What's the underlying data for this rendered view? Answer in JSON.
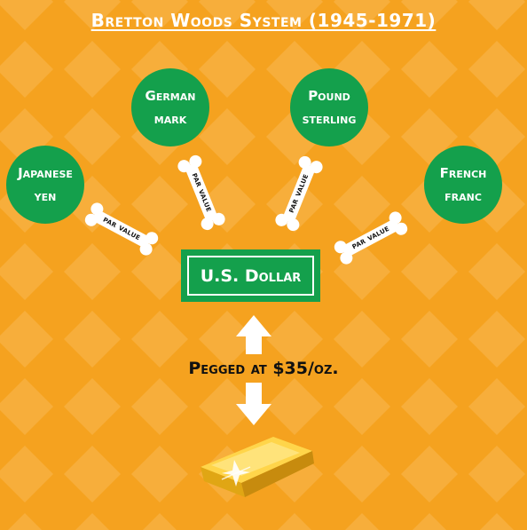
{
  "title": "Bretton Woods System (1945-1971)",
  "currencies": {
    "german": {
      "line1": "German",
      "line2": "mark"
    },
    "pound": {
      "line1": "Pound",
      "line2": "sterling"
    },
    "yen": {
      "line1": "Japanese",
      "line2": "yen"
    },
    "franc": {
      "line1": "French",
      "line2": "franc"
    }
  },
  "bone_label": "par value",
  "center": "U.S. Dollar",
  "peg": "Pegged at $35/oz.",
  "colors": {
    "background": "#F5A21F",
    "diamond": "#F7AE3B",
    "green": "#14A04C",
    "bone": "#FFFFFF",
    "gold": "#F2B41C"
  },
  "icons": [
    "bone-icon",
    "up-arrow-icon",
    "down-arrow-icon",
    "gold-bar-icon"
  ]
}
